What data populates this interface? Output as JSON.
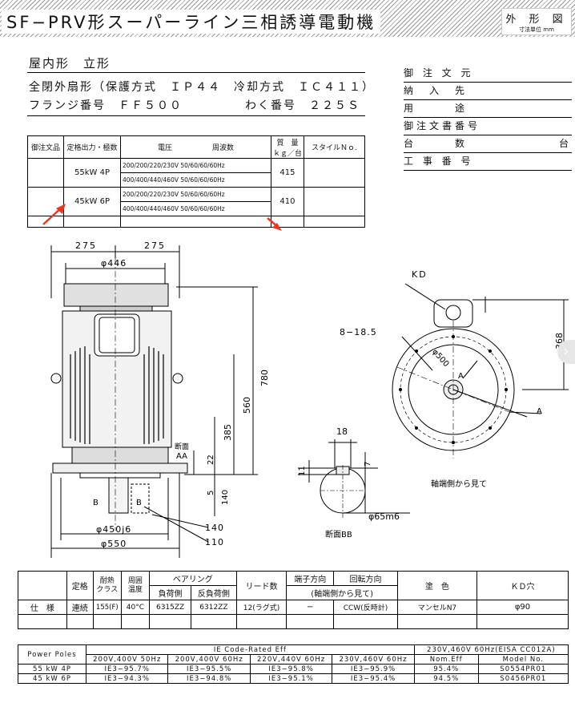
{
  "header": {
    "title": "SF−PRV形スーパーライン三相誘導電動機",
    "badge": "外 形 図",
    "badge_unit": "寸法単位  mm"
  },
  "spec": {
    "line1": "屋内形　立形",
    "line2": "全閉外扇形（保護方式　ＩＰ４４　冷却方式　ＩＣ４１１）",
    "line3_left": "フランジ番号　ＦＦ５００",
    "line3_right": "わく番号　２２５Ｓ"
  },
  "order_fields": [
    {
      "label": "御 注 文 元",
      "right": ""
    },
    {
      "label": "納　入　先",
      "right": ""
    },
    {
      "label": "用　　　途",
      "right": ""
    },
    {
      "label": "御注文書番号",
      "right": ""
    },
    {
      "label": "台　　　数",
      "right": "台"
    },
    {
      "label": "工 事 番 号",
      "right": ""
    }
  ],
  "ratings_table": {
    "headers": [
      "御注文品",
      "定格出力・極数",
      "電圧",
      "周波数",
      "質　量",
      "ｋｇ／台",
      "スタイルＮｏ."
    ],
    "rows": [
      {
        "order": "",
        "output": "55kW  4P",
        "v1": "200/200/220/230V 50/60/60/60Hz",
        "v2": "400/400/440/460V 50/60/60/60Hz",
        "mass": "415",
        "style": ""
      },
      {
        "order": "",
        "output": "45kW  6P",
        "v1": "200/200/220/230V 50/60/60/60Hz",
        "v2": "400/400/440/460V 50/60/60/60Hz",
        "mass": "410",
        "style": ""
      }
    ]
  },
  "drawing": {
    "front": {
      "d275a": "275",
      "d275b": "275",
      "d446": "φ446",
      "d780": "780",
      "d560": "560",
      "d385": "385",
      "d22": "22",
      "d5": "5",
      "d140v": "140",
      "d450": "φ450j6",
      "d550": "φ550",
      "d140": "140",
      "d110": "110",
      "sect_aa_1": "断面",
      "sect_aa_2": "AA",
      "B_left": "B",
      "B_right": "B"
    },
    "side": {
      "kd": "KD",
      "holes": "8−18.5",
      "d500": "φ500",
      "d368": "368",
      "A_top": "A",
      "A_right": "A",
      "caption": "軸端側から見て"
    },
    "section_bb": {
      "d18": "18",
      "d11": "11",
      "d7": "7",
      "d65": "φ65m6",
      "caption": "断面BB"
    }
  },
  "spec_table": {
    "h_teikaku": "定格",
    "h_taine": "耐熱\nクラス",
    "h_shuui": "周囲\n温度",
    "h_bearing": "ベアリング",
    "h_load": "負荷側",
    "h_antiload": "反負荷側",
    "h_leads": "リード数",
    "h_terminal": "端子方向",
    "h_rotation": "回転方向",
    "h_view": "(軸端側から見て)",
    "h_paint": "塗　色",
    "h_kd": "ＫＤ穴",
    "row_label": "仕　様",
    "teikaku": "連続",
    "taine": "155(F)",
    "shuui": "40°C",
    "load": "6315ZZ",
    "antiload": "6312ZZ",
    "leads": "12(ラグ式)",
    "terminal": "−",
    "rotation": "CCW(反時計)",
    "paint": "マンセルN7",
    "kd": "φ90"
  },
  "eff_table": {
    "h_poles": "Power Poles",
    "h_ie": "IE Code-Rated Eff",
    "h_eisa": "230V,460V 60Hz(EISA CC012A)",
    "sub": [
      "200V,400V 50Hz",
      "200V,400V 60Hz",
      "220V,440V 60Hz",
      "230V,460V 60Hz",
      "Nom.Eff",
      "Model No."
    ],
    "rows": [
      [
        "55 kW 4P",
        "IE3−95.7%",
        "IE3−95.5%",
        "IE3−95.8%",
        "IE3−95.9%",
        "95.4%",
        "S0554PR01"
      ],
      [
        "45 kW 6P",
        "IE3−94.3%",
        "IE3−94.8%",
        "IE3−95.1%",
        "IE3−95.4%",
        "94.5%",
        "S0456PR01"
      ]
    ]
  }
}
